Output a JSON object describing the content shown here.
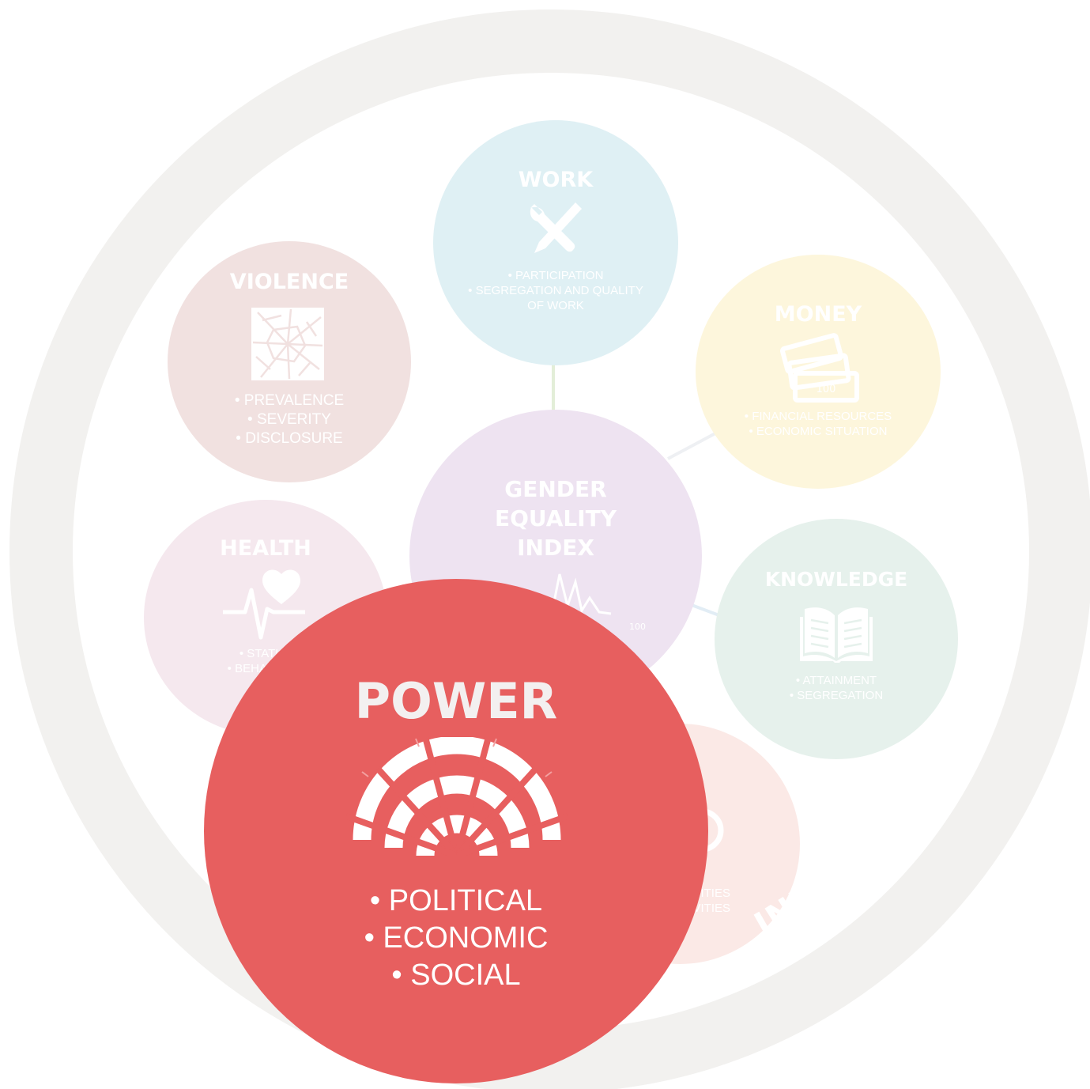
{
  "center": {
    "title_lines": [
      "GENDER",
      "EQUALITY",
      "INDEX"
    ],
    "scale_label": "100"
  },
  "ring": {
    "label": "INEQUALITIES"
  },
  "domains": {
    "work": {
      "title": "WORK",
      "items": [
        "• PARTICIPATION",
        "• SEGREGATION AND QUALITY",
        "OF WORK"
      ],
      "color": "#dff0f4"
    },
    "money": {
      "title": "MONEY",
      "items": [
        "• FINANCIAL RESOURCES",
        "• ECONOMIC SITUATION"
      ],
      "color": "#fdf6dc",
      "note_label": "100"
    },
    "violence": {
      "title": "VIOLENCE",
      "items": [
        "• PREVALENCE",
        "• SEVERITY",
        "• DISCLOSURE"
      ],
      "color": "#f1e1e0"
    },
    "health": {
      "title": "HEALTH",
      "items": [
        "• STATUS",
        "• BEHAVIOUR"
      ],
      "color": "#f5e8ee"
    },
    "knowledge": {
      "title": "KNOWLEDGE",
      "items": [
        "• ATTAINMENT",
        "• SEGREGATION"
      ],
      "color": "#e6f1ec"
    },
    "time": {
      "items": [
        "• CARE ACTIVITIES",
        "• SOCIAL ACTIVITIES"
      ],
      "color": "#fbe9e6"
    },
    "power": {
      "title": "POWER",
      "items": [
        "• POLITICAL",
        "• ECONOMIC",
        "• SOCIAL"
      ],
      "color": "#e75f5f"
    }
  },
  "colors": {
    "ring": "#f2f1ef",
    "center": "#eee3f1",
    "title_text": "#ffffff",
    "power_title": "#f3f0f0"
  }
}
